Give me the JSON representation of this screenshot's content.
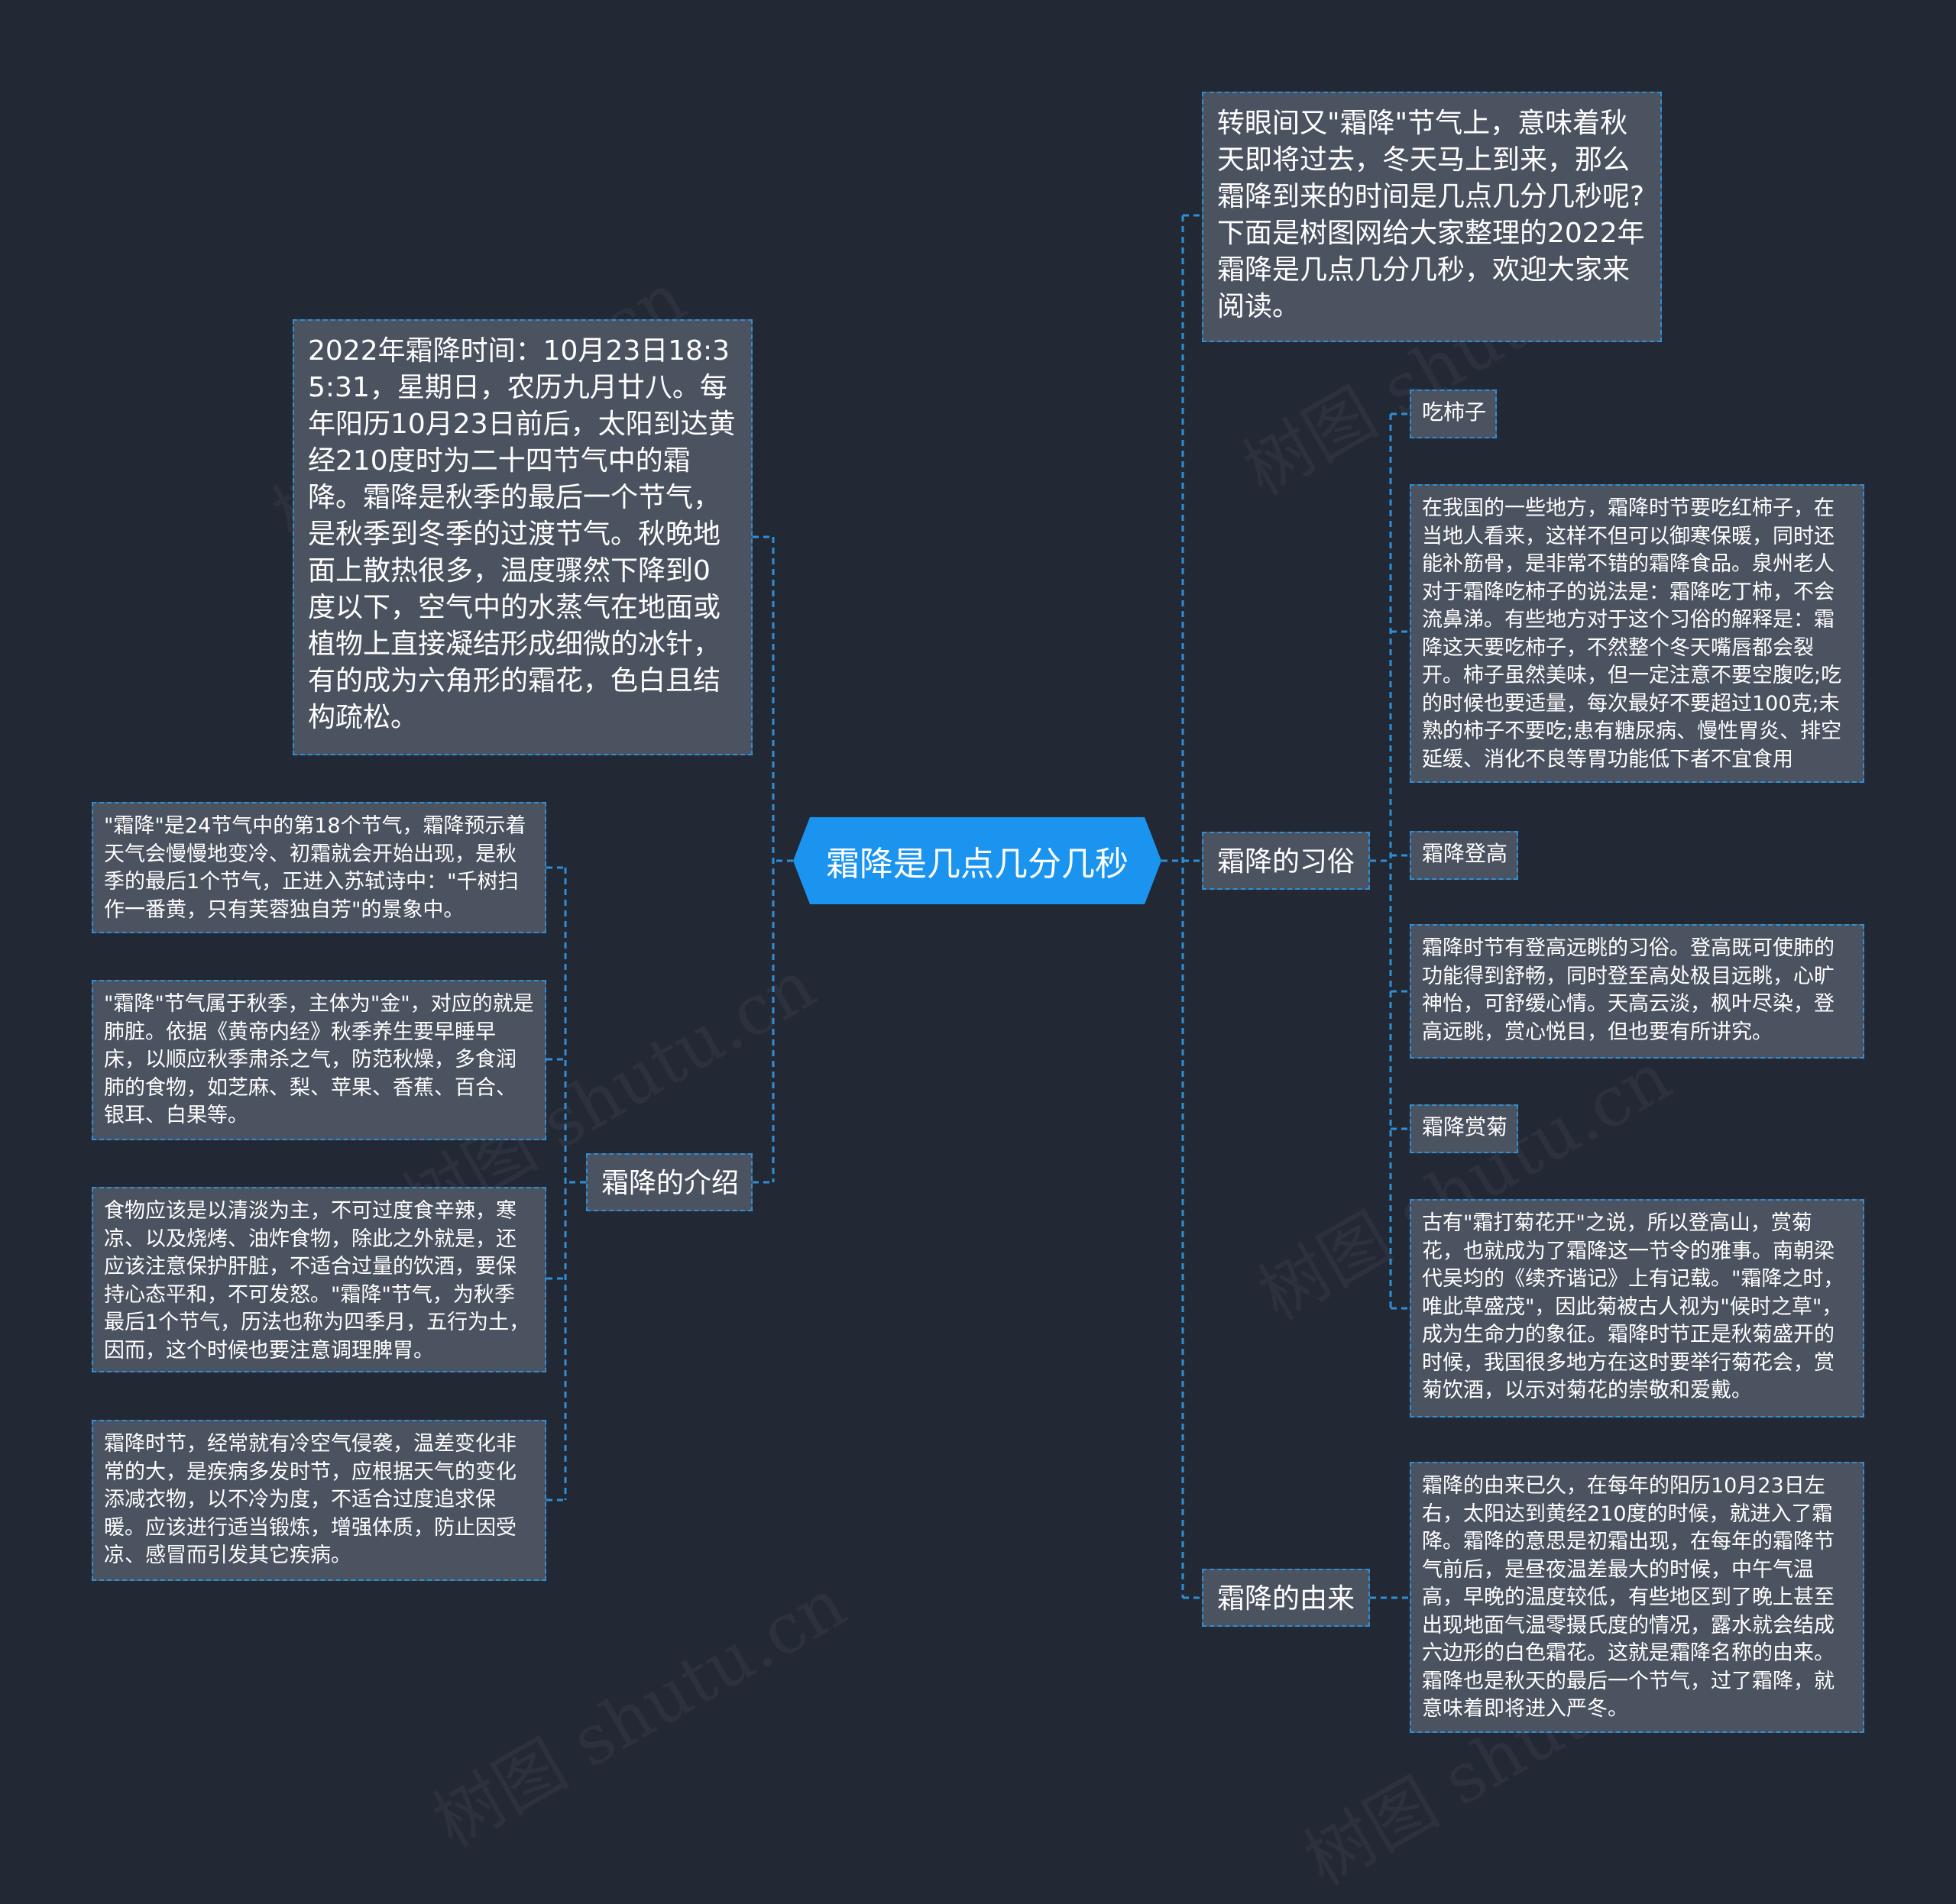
{
  "watermark": "树图 shutu.cn",
  "root": {
    "title": "霜降是几点几分几秒"
  },
  "intro_top": {
    "text": "转眼间又\"霜降\"节气上，意味着秋天即将过去，冬天马上到来，那么霜降到来的时间是几点几分几秒呢?下面是树图网给大家整理的2022年霜降是几点几分几秒，欢迎大家来阅读。"
  },
  "time_node": {
    "text": "2022年霜降时间：10月23日18:35:31，星期日，农历九月廿八。每年阳历10月23日前后，太阳到达黄经210度时为二十四节气中的霜降。霜降是秋季的最后一个节气，是秋季到冬季的过渡节气。秋晚地面上散热很多，温度骤然下降到0度以下，空气中的水蒸气在地面或植物上直接凝结形成细微的冰针，有的成为六角形的霜花，色白且结构疏松。"
  },
  "intro_branch": {
    "label": "霜降的介绍",
    "items": [
      "\"霜降\"是24节气中的第18个节气，霜降预示着天气会慢慢地变冷、初霜就会开始出现，是秋季的最后1个节气，正进入苏轼诗中：\"千树扫作一番黄，只有芙蓉独自芳\"的景象中。",
      "\"霜降\"节气属于秋季，主体为\"金\"，对应的就是肺脏。依据《黄帝内经》秋季养生要早睡早床，以顺应秋季肃杀之气，防范秋燥，多食润肺的食物，如芝麻、梨、苹果、香蕉、百合、银耳、白果等。",
      "食物应该是以清淡为主，不可过度食辛辣，寒凉、以及烧烤、油炸食物，除此之外就是，还应该注意保护肝脏，不适合过量的饮酒，要保持心态平和，不可发怒。\"霜降\"节气，为秋季最后1个节气，历法也称为四季月，五行为土，因而，这个时候也要注意调理脾胃。",
      "霜降时节，经常就有冷空气侵袭，温差变化非常的大，是疾病多发时节，应根据天气的变化添减衣物，以不冷为度，不适合过度追求保暖。应该进行适当锻炼，增强体质，防止因受凉、感冒而引发其它疾病。"
    ]
  },
  "custom_branch": {
    "label": "霜降的习俗",
    "items": [
      {
        "label": "吃柿子",
        "detail": "在我国的一些地方，霜降时节要吃红柿子，在当地人看来，这样不但可以御寒保暖，同时还能补筋骨，是非常不错的霜降食品。泉州老人对于霜降吃柿子的说法是：霜降吃丁柿，不会流鼻涕。有些地方对于这个习俗的解释是：霜降这天要吃柿子，不然整个冬天嘴唇都会裂开。柿子虽然美味，但一定注意不要空腹吃;吃的时候也要适量，每次最好不要超过100克;未熟的柿子不要吃;患有糖尿病、慢性胃炎、排空延缓、消化不良等胃功能低下者不宜食用"
      },
      {
        "label": "霜降登高",
        "detail": "霜降时节有登高远眺的习俗。登高既可使肺的功能得到舒畅，同时登至高处极目远眺，心旷神怡，可舒缓心情。天高云淡，枫叶尽染，登高远眺，赏心悦目，但也要有所讲究。"
      },
      {
        "label": "霜降赏菊",
        "detail": "古有\"霜打菊花开\"之说，所以登高山，赏菊花，也就成为了霜降这一节令的雅事。南朝梁代吴均的《续齐谐记》上有记载。\"霜降之时，唯此草盛茂\"，因此菊被古人视为\"候时之草\"，成为生命力的象征。霜降时节正是秋菊盛开的时候，我国很多地方在这时要举行菊花会，赏菊饮酒，以示对菊花的崇敬和爱戴。"
      }
    ]
  },
  "origin_branch": {
    "label": "霜降的由来",
    "detail": "霜降的由来已久，在每年的阳历10月23日左右，太阳达到黄经210度的时候，就进入了霜降。霜降的意思是初霜出现，在每年的霜降节气前后，是昼夜温差最大的时候，中午气温高，早晚的温度较低，有些地区到了晚上甚至出现地面气温零摄氏度的情况，露水就会结成六边形的白色霜花。这就是霜降名称的由来。霜降也是秋天的最后一个节气，过了霜降，就意味着即将进入严冬。"
  },
  "colors": {
    "background": "#232835",
    "node_fill": "#4b5260",
    "link": "#2e8fd8",
    "root_fill": "#1b94f0",
    "text": "#ffffff"
  }
}
